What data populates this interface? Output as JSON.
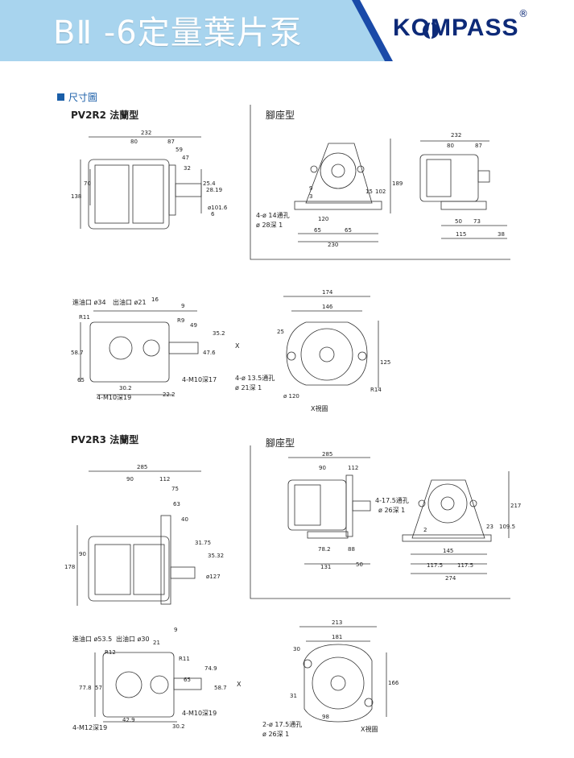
{
  "header": {
    "title": "BⅡ -6定量葉片泵",
    "brand": "KOMPASS",
    "brand_reg": "®",
    "colors": {
      "bar": "#a8d4ee",
      "brand_panel": "#ffffff",
      "brand_accent": "#1a4aa8",
      "brand_text": "#0d2a78"
    }
  },
  "section": {
    "label": "尺寸圖",
    "marker_color": "#1a5ea8"
  },
  "pv2r2": {
    "flange_title": "PV2R2 法蘭型",
    "foot_title": "腳座型",
    "flange_side": {
      "dims": [
        "232",
        "80",
        "87",
        "59",
        "47",
        "32",
        "138",
        "70",
        "25.4",
        "28.19",
        "ø101.6",
        "6"
      ]
    },
    "foot_front": {
      "dims": [
        "189",
        "102",
        "15",
        "3",
        "9",
        "120",
        "65",
        "65",
        "230"
      ],
      "note1": "4-ø 14通孔",
      "note2": "ø 28深 1"
    },
    "foot_side": {
      "dims": [
        "232",
        "80",
        "87",
        "50",
        "73",
        "115",
        "38"
      ]
    },
    "flange_front": {
      "inlet": "進油口 ø34",
      "outlet": "出油口 ø21",
      "dims": [
        "16",
        "9",
        "R11",
        "R9",
        "49",
        "58.7",
        "47.6",
        "35.2",
        "65",
        "30.2",
        "22.2"
      ],
      "note1": "4-M10深17",
      "note2": "4-M10深19"
    },
    "x_view": {
      "dims": [
        "174",
        "146",
        "25",
        "125",
        "R14",
        "ø 120"
      ],
      "note1": "4-ø 13.5通孔",
      "note2": "ø 21深 1",
      "caption": "X視圖",
      "x_arrow": "X"
    }
  },
  "pv2r3": {
    "flange_title": "PV2R3 法蘭型",
    "foot_title": "腳座型",
    "flange_side": {
      "dims": [
        "285",
        "90",
        "112",
        "75",
        "63",
        "40",
        "178",
        "90",
        "31.75",
        "35.32",
        "ø127"
      ]
    },
    "foot_side": {
      "dims": [
        "285",
        "90",
        "112",
        "78.2",
        "88",
        "131",
        "50"
      ],
      "note1": "4-17.5通孔",
      "note2": "ø 26深 1"
    },
    "foot_front": {
      "dims": [
        "217",
        "109.5",
        "23",
        "2",
        "145",
        "117.5",
        "117.5",
        "274"
      ]
    },
    "flange_front": {
      "inlet": "進油口 ø53.5",
      "outlet": "出油口 ø30",
      "dims": [
        "9",
        "21",
        "R12",
        "R11",
        "77.8",
        "57",
        "65",
        "42.9",
        "30.2",
        "74.9",
        "58.7"
      ],
      "note1": "4-M10深19",
      "note2": "4-M12深19"
    },
    "x_view": {
      "dims": [
        "213",
        "181",
        "30",
        "31",
        "166",
        "98"
      ],
      "note1": "2-ø 17.5通孔",
      "note2": "ø 26深 1",
      "caption": "X視圖",
      "x_arrow": "X"
    }
  }
}
